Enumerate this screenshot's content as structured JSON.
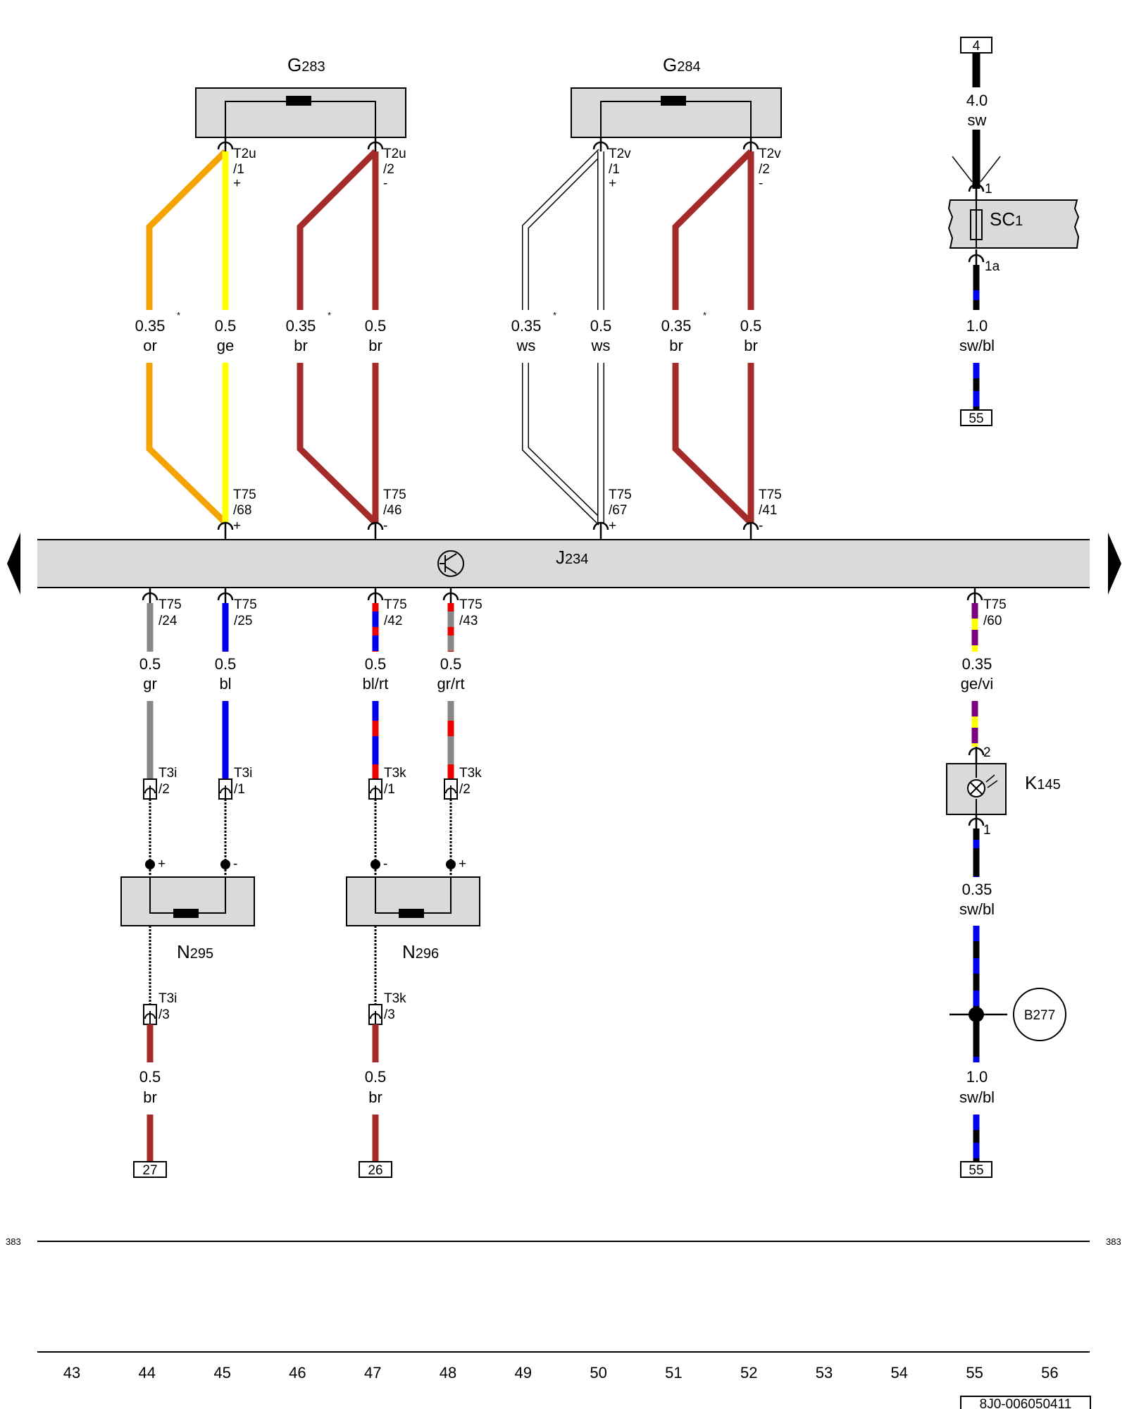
{
  "components": {
    "G283": {
      "letter": "G",
      "number": "283"
    },
    "G284": {
      "letter": "G",
      "number": "284"
    },
    "J234": {
      "letter": "J",
      "number": "234"
    },
    "N295": {
      "letter": "N",
      "number": "295"
    },
    "N296": {
      "letter": "N",
      "number": "296"
    },
    "K145": {
      "letter": "K",
      "number": "145"
    },
    "SC1": {
      "letter": "SC",
      "number": "1"
    }
  },
  "wires": [
    {
      "id": "w1",
      "size": "0.35",
      "color_code": "or",
      "colors": [
        "#f5a300"
      ],
      "star": "*"
    },
    {
      "id": "w2",
      "size": "0.5",
      "color_code": "ge",
      "colors": [
        "#ffff00"
      ]
    },
    {
      "id": "w3",
      "size": "0.35",
      "color_code": "br",
      "colors": [
        "#a52a2a"
      ],
      "star": "*"
    },
    {
      "id": "w4",
      "size": "0.5",
      "color_code": "br",
      "colors": [
        "#a52a2a"
      ]
    },
    {
      "id": "w5",
      "size": "0.35",
      "color_code": "ws",
      "colors": [
        "#ffffff"
      ],
      "star": "*"
    },
    {
      "id": "w6",
      "size": "0.5",
      "color_code": "ws",
      "colors": [
        "#ffffff"
      ]
    },
    {
      "id": "w7",
      "size": "0.35",
      "color_code": "br",
      "colors": [
        "#a52a2a"
      ],
      "star": "*"
    },
    {
      "id": "w8",
      "size": "0.5",
      "color_code": "br",
      "colors": [
        "#a52a2a"
      ]
    },
    {
      "id": "w9",
      "size": "0.5",
      "color_code": "gr",
      "colors": [
        "#888888"
      ]
    },
    {
      "id": "w10",
      "size": "0.5",
      "color_code": "bl",
      "colors": [
        "#0000ee"
      ]
    },
    {
      "id": "w11",
      "size": "0.5",
      "color_code": "bl/rt",
      "colors": [
        "#0000ee",
        "#ee0000"
      ]
    },
    {
      "id": "w12",
      "size": "0.5",
      "color_code": "gr/rt",
      "colors": [
        "#888888",
        "#ee0000"
      ]
    },
    {
      "id": "w13",
      "size": "0.35",
      "color_code": "ge/vi",
      "colors": [
        "#ffff00",
        "#7a0080"
      ]
    },
    {
      "id": "w14",
      "size": "0.5",
      "color_code": "br",
      "colors": [
        "#a52a2a"
      ]
    },
    {
      "id": "w15",
      "size": "0.5",
      "color_code": "br",
      "colors": [
        "#a52a2a"
      ]
    },
    {
      "id": "w16",
      "size": "4.0",
      "color_code": "sw",
      "colors": [
        "#000000"
      ]
    },
    {
      "id": "w17",
      "size": "1.0",
      "color_code": "sw/bl",
      "colors": [
        "#000000",
        "#0000ee"
      ]
    },
    {
      "id": "w18",
      "size": "0.35",
      "color_code": "sw/bl",
      "colors": [
        "#000000",
        "#0000ee"
      ]
    },
    {
      "id": "w19",
      "size": "1.0",
      "color_code": "sw/bl",
      "colors": [
        "#000000",
        "#0000ee"
      ]
    }
  ],
  "pins": [
    {
      "id": "p1",
      "conn": "T2u",
      "num": "/1",
      "polarity": "+"
    },
    {
      "id": "p2",
      "conn": "T2u",
      "num": "/2",
      "polarity": "-"
    },
    {
      "id": "p3",
      "conn": "T2v",
      "num": "/1",
      "polarity": "+"
    },
    {
      "id": "p4",
      "conn": "T2v",
      "num": "/2",
      "polarity": "-"
    },
    {
      "id": "p5",
      "conn": "T75",
      "num": "/68",
      "polarity": "+"
    },
    {
      "id": "p6",
      "conn": "T75",
      "num": "/46",
      "polarity": "-"
    },
    {
      "id": "p7",
      "conn": "T75",
      "num": "/67",
      "polarity": "+"
    },
    {
      "id": "p8",
      "conn": "T75",
      "num": "/41",
      "polarity": "-"
    },
    {
      "id": "p9",
      "conn": "T75",
      "num": "/24"
    },
    {
      "id": "p10",
      "conn": "T75",
      "num": "/25"
    },
    {
      "id": "p11",
      "conn": "T75",
      "num": "/42"
    },
    {
      "id": "p12",
      "conn": "T75",
      "num": "/43"
    },
    {
      "id": "p13",
      "conn": "T75",
      "num": "/60"
    },
    {
      "id": "p14",
      "conn": "T3i",
      "num": "/2"
    },
    {
      "id": "p15",
      "conn": "T3i",
      "num": "/1"
    },
    {
      "id": "p16",
      "conn": "T3k",
      "num": "/1"
    },
    {
      "id": "p17",
      "conn": "T3k",
      "num": "/2"
    },
    {
      "id": "p18",
      "conn": "T3i",
      "num": "/3"
    },
    {
      "id": "p19",
      "conn": "T3k",
      "num": "/3"
    },
    {
      "id": "p20",
      "conn": "",
      "num": "1"
    },
    {
      "id": "p21",
      "conn": "",
      "num": "1a"
    },
    {
      "id": "p22",
      "conn": "",
      "num": "2"
    },
    {
      "id": "p23",
      "conn": "",
      "num": "1"
    }
  ],
  "node_polarity": {
    "n295_left": "+",
    "n295_right": "-",
    "n296_left": "-",
    "n296_right": "+"
  },
  "refs": {
    "top_4": "4",
    "r55_a": "55",
    "r27": "27",
    "r26": "26",
    "r55_b": "55"
  },
  "ground_point": "B277",
  "page_number_left": "383",
  "page_number_right": "383",
  "columns": [
    "43",
    "44",
    "45",
    "46",
    "47",
    "48",
    "49",
    "50",
    "51",
    "52",
    "53",
    "54",
    "55",
    "56"
  ],
  "drawing_id": "8J0-006050411"
}
